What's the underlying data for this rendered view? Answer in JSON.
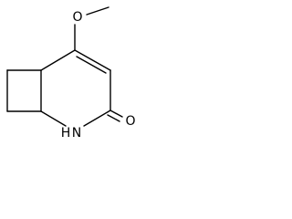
{
  "structure": {
    "atoms": {
      "methoxy_oxygen": "O",
      "ring_nitrogen": "N",
      "ring_nitrogen_hydrogen": "H",
      "carbonyl_oxygen": "O"
    },
    "bonds": [
      {
        "name": "methyl-carbon-to-methoxy-oxygen",
        "order": 1
      },
      {
        "name": "methoxy-oxygen-to-alkene-carbon",
        "order": 1
      },
      {
        "name": "alkene-carbon-to-alkene-ch",
        "order": 2
      },
      {
        "name": "alkene-ch-to-carbonyl-carbon",
        "order": 1
      },
      {
        "name": "carbonyl-carbon-to-carbonyl-oxygen",
        "order": 2
      },
      {
        "name": "carbonyl-carbon-to-nh",
        "order": 1
      },
      {
        "name": "nh-to-bridgehead-bottom",
        "order": 1
      },
      {
        "name": "bridgehead-bottom-to-bridgehead-top",
        "order": 1
      },
      {
        "name": "bridgehead-top-to-alkene-carbon",
        "order": 1
      },
      {
        "name": "bridgehead-top-to-cyclobutane-top-left",
        "order": 1
      },
      {
        "name": "cyclobutane-top-left-to-bottom-left",
        "order": 1
      },
      {
        "name": "cyclobutane-bottom-left-to-bridgehead-bottom",
        "order": 1
      }
    ]
  }
}
